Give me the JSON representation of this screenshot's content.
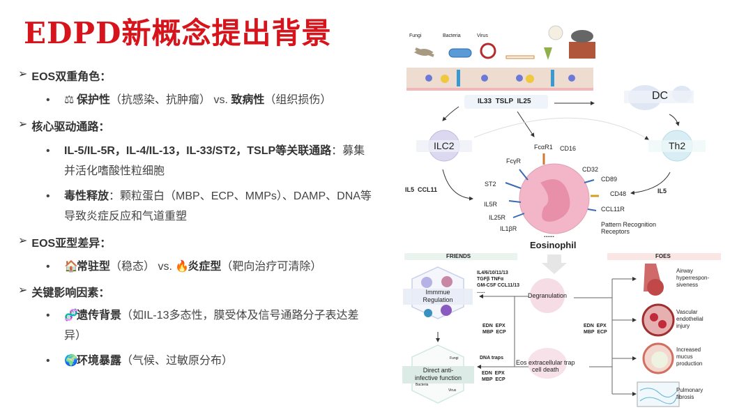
{
  "title": "EDPD新概念提出背景",
  "outline": [
    {
      "heading": "EOS双重角色：",
      "items": [
        {
          "icon": "balance-scale-icon",
          "glyph": "⚖",
          "bold": "保护性",
          "text": "（抗感染、抗肿瘤） vs. ",
          "bold2": "致病性",
          "text2": "（组织损伤）"
        }
      ]
    },
    {
      "heading": "核心驱动通路：",
      "items": [
        {
          "bold": "IL-5/IL-5R，IL-4/IL-13，IL-33/ST2，TSLP等关联通路",
          "text": "：募集并活化嗜酸性粒细胞"
        },
        {
          "bold": "毒性释放",
          "text": "：颗粒蛋白（MBP、ECP、MMPs）、DAMP、DNA等导致炎症反应和气道重塑"
        }
      ]
    },
    {
      "heading": "EOS亚型差异：",
      "items": [
        {
          "icon": "house-icon",
          "glyph": "🏠",
          "bold": "常驻型",
          "text": "（稳态） vs. ",
          "icon2": "fire-icon",
          "glyph2": "🔥",
          "bold2": "炎症型",
          "text2": "（靶向治疗可清除）"
        }
      ]
    },
    {
      "heading": "关键影响因素：",
      "items": [
        {
          "icon": "dna-icon",
          "glyph": "🧬",
          "bold": "遗传背景",
          "text": "（如IL-13多态性，膜受体及信号通路分子表达差异）"
        },
        {
          "icon": "globe-icon",
          "glyph": "🌍",
          "bold": "环境暴露",
          "text": "（气候、过敏原分布）"
        }
      ]
    }
  ],
  "diagram": {
    "triggers": [
      "Fungi",
      "Bacteria",
      "Virus"
    ],
    "cytokines": "IL33  TSLP  IL25",
    "dc": "DC",
    "ilc2": "ILC2",
    "th2": "Th2",
    "ilc2_out": "IL5  CCL11",
    "th2_out": "IL5",
    "receptors": [
      "FcαR1",
      "CD16",
      "FcγR",
      "CD32",
      "CD89",
      "ST2",
      "CD48",
      "IL5R",
      "CCL11R",
      "IL25R",
      "Pattern Recognition",
      "Receptors",
      "IL1βR"
    ],
    "ellipsis": "......",
    "eosinophil": "Eosinophil",
    "friends": "FRIENDS",
    "foes": "FOES",
    "immune_regulation": [
      "Immmue",
      "Regulation"
    ],
    "cytokine_list": [
      "IL4/6/10/11/13",
      "TGFβ TNFα",
      "GM-CSF CCL11/13",
      "......"
    ],
    "degranulation": "Degranulation",
    "granule_proteins": [
      "EDN  EPX",
      "MBP  ECP"
    ],
    "dna_traps": "DNA traps",
    "eetosis": [
      "Eos extracellular trap",
      "cell death"
    ],
    "anti_infective": [
      "Direct anti-",
      "infective function"
    ],
    "pathogen_labels": [
      "Fungi",
      "Bacteria",
      "Virus"
    ],
    "foe_outcomes": [
      [
        "Airway",
        "hyperrespon-",
        "siveness"
      ],
      [
        "Vascular",
        "endothelial",
        "injury"
      ],
      [
        "Increased",
        "mucus",
        "production"
      ],
      [
        "Pulmonary",
        "fibrosis"
      ]
    ]
  }
}
